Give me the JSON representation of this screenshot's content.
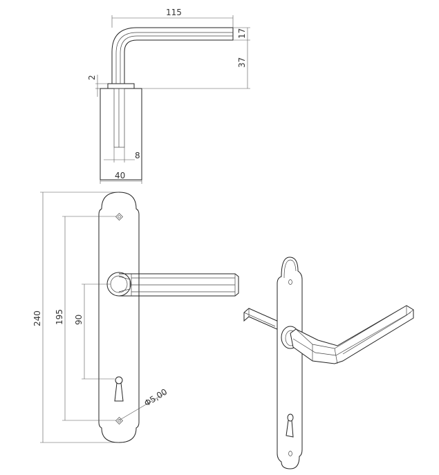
{
  "dimensions": {
    "handle_length": "115",
    "handle_thickness": "17",
    "handle_height": "37",
    "rose_thickness": "2",
    "spindle": "8",
    "plate_width": "40",
    "total_height": "240",
    "hole_distance": "195",
    "center_distance": "90",
    "hole_diameter": "Φ5,00"
  },
  "colors": {
    "line": "#222222",
    "dimension": "#555555",
    "background": "#ffffff"
  }
}
